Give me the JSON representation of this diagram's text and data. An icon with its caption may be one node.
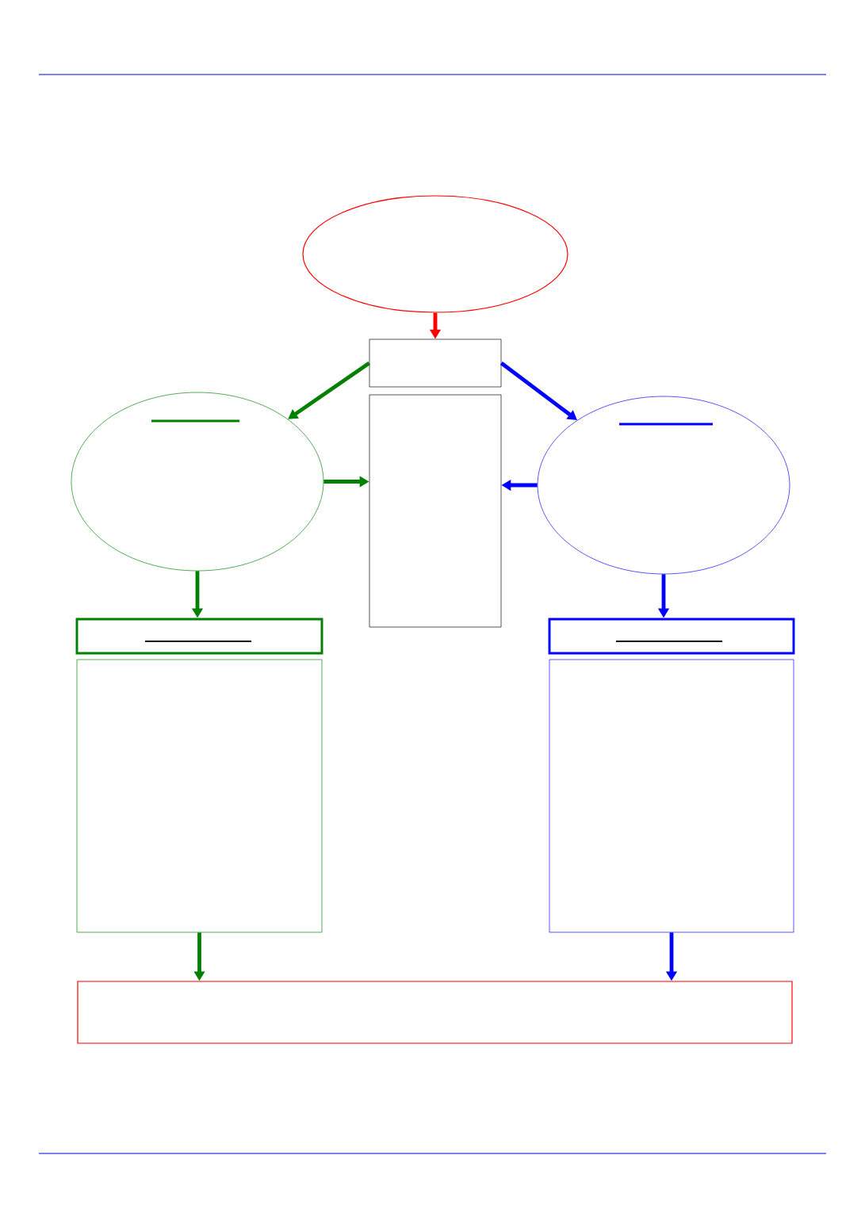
{
  "diagram": {
    "nodes": [
      {
        "text": [],
        "shape": "ellipse"
      },
      {
        "text": [],
        "shape": "box"
      },
      {
        "text": [],
        "shape": "box"
      },
      {
        "text": [],
        "shape": "ellipse"
      },
      {
        "text": [],
        "shape": "ellipse"
      },
      {
        "text": [],
        "shape": "box"
      },
      {
        "text": [],
        "shape": "box"
      },
      {
        "text": [],
        "shape": "box"
      },
      {
        "text": [],
        "shape": "box"
      },
      {
        "text": [],
        "shape": "box"
      }
    ],
    "edges": [
      {
        "from": 0,
        "to": 1,
        "arrow": "to",
        "color": "#ff0000"
      },
      {
        "from": 1,
        "to": 3,
        "arrow": "to",
        "color": "#008000"
      },
      {
        "from": 1,
        "to": 4,
        "arrow": "to",
        "color": "#0000ff"
      },
      {
        "from": 3,
        "to": 2,
        "arrow": "to",
        "color": "#008000"
      },
      {
        "from": 4,
        "to": 2,
        "arrow": "to",
        "color": "#0000ff"
      },
      {
        "from": 3,
        "to": 5,
        "arrow": "to",
        "color": "#008000"
      },
      {
        "from": 4,
        "to": 7,
        "arrow": "to",
        "color": "#0000ff"
      },
      {
        "from": 6,
        "to": 9,
        "arrow": "to",
        "color": "#008000"
      },
      {
        "from": 8,
        "to": 9,
        "arrow": "to",
        "color": "#0000ff"
      }
    ]
  }
}
